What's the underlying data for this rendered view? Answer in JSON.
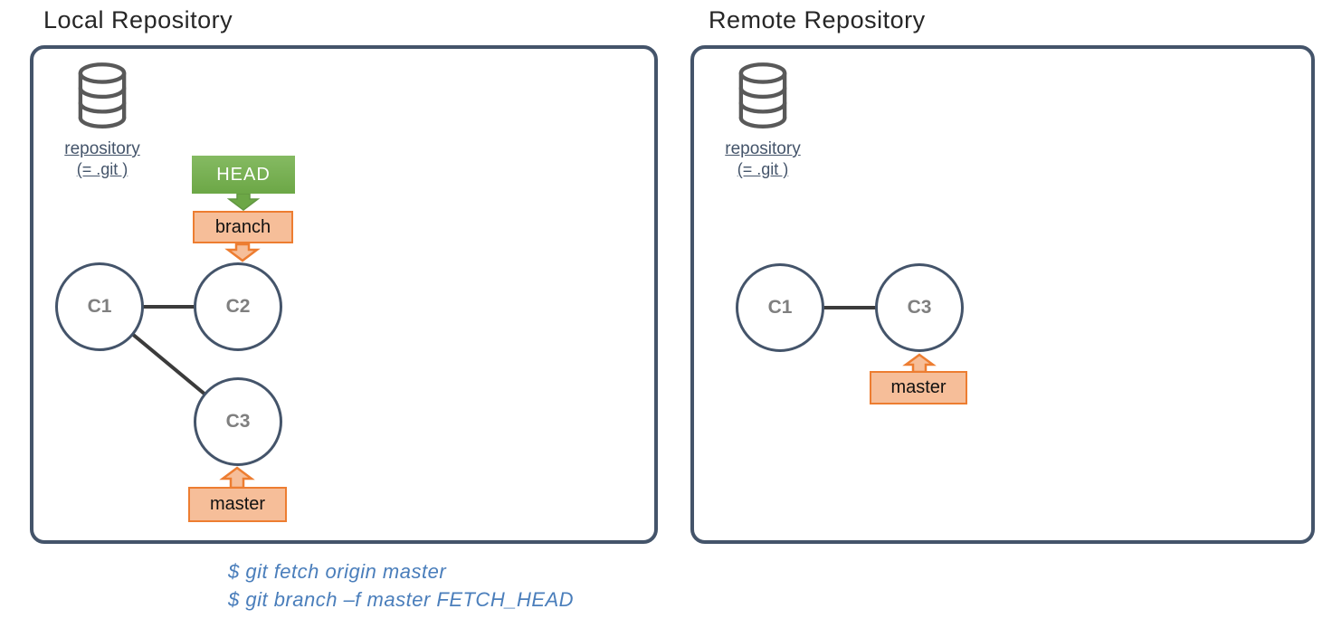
{
  "local": {
    "title": "Local Repository",
    "repo_label": "repository",
    "repo_sub": "(= .git )",
    "head_label": "HEAD",
    "branch_label": "branch",
    "master_label": "master",
    "commits": [
      "C1",
      "C2",
      "C3"
    ]
  },
  "remote": {
    "title": "Remote Repository",
    "repo_label": "repository",
    "repo_sub": "(= .git )",
    "master_label": "master",
    "commits": [
      "C1",
      "C3"
    ]
  },
  "commands": [
    "$ git fetch origin master",
    "$ git branch –f master FETCH_HEAD"
  ],
  "colors": {
    "panel_border": "#44546A",
    "head_green": "#6CA746",
    "orange_border": "#ED7D31",
    "orange_fill": "#F6BE99",
    "commit_text": "#7F7F7F",
    "graph_line": "#3B3B3B",
    "command_blue": "#4A7EBB",
    "icon_gray": "#595959"
  }
}
